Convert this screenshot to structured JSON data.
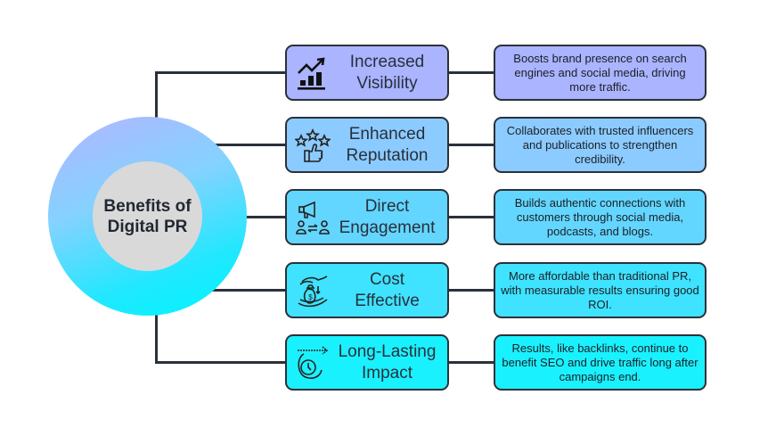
{
  "center": {
    "title": "Benefits of Digital PR"
  },
  "benefits": [
    {
      "title_line1": "Increased",
      "title_line2": "Visibility",
      "icon": "growth-chart-icon",
      "description": "Boosts brand presence on search engines and social media, driving more traffic.",
      "color": "#aab4ff"
    },
    {
      "title_line1": "Enhanced",
      "title_line2": "Reputation",
      "icon": "stars-thumbs-up-icon",
      "description": "Collaborates with trusted influencers and publications to strengthen credibility.",
      "color": "#8ccbff"
    },
    {
      "title_line1": "Direct",
      "title_line2": "Engagement",
      "icon": "megaphone-people-icon",
      "description": "Builds authentic connections with customers through social media, podcasts, and blogs.",
      "color": "#63d6ff"
    },
    {
      "title_line1": "Cost",
      "title_line2": "Effective",
      "icon": "money-bag-hands-icon",
      "description": "More affordable than traditional PR, with measurable results ensuring good ROI.",
      "color": "#3fe3ff"
    },
    {
      "title_line1": "Long-Lasting",
      "title_line2": "Impact",
      "icon": "clock-arrow-icon",
      "description": "Results, like backlinks, continue to benefit SEO and drive traffic long after campaigns end.",
      "color": "#1af1ff"
    }
  ]
}
